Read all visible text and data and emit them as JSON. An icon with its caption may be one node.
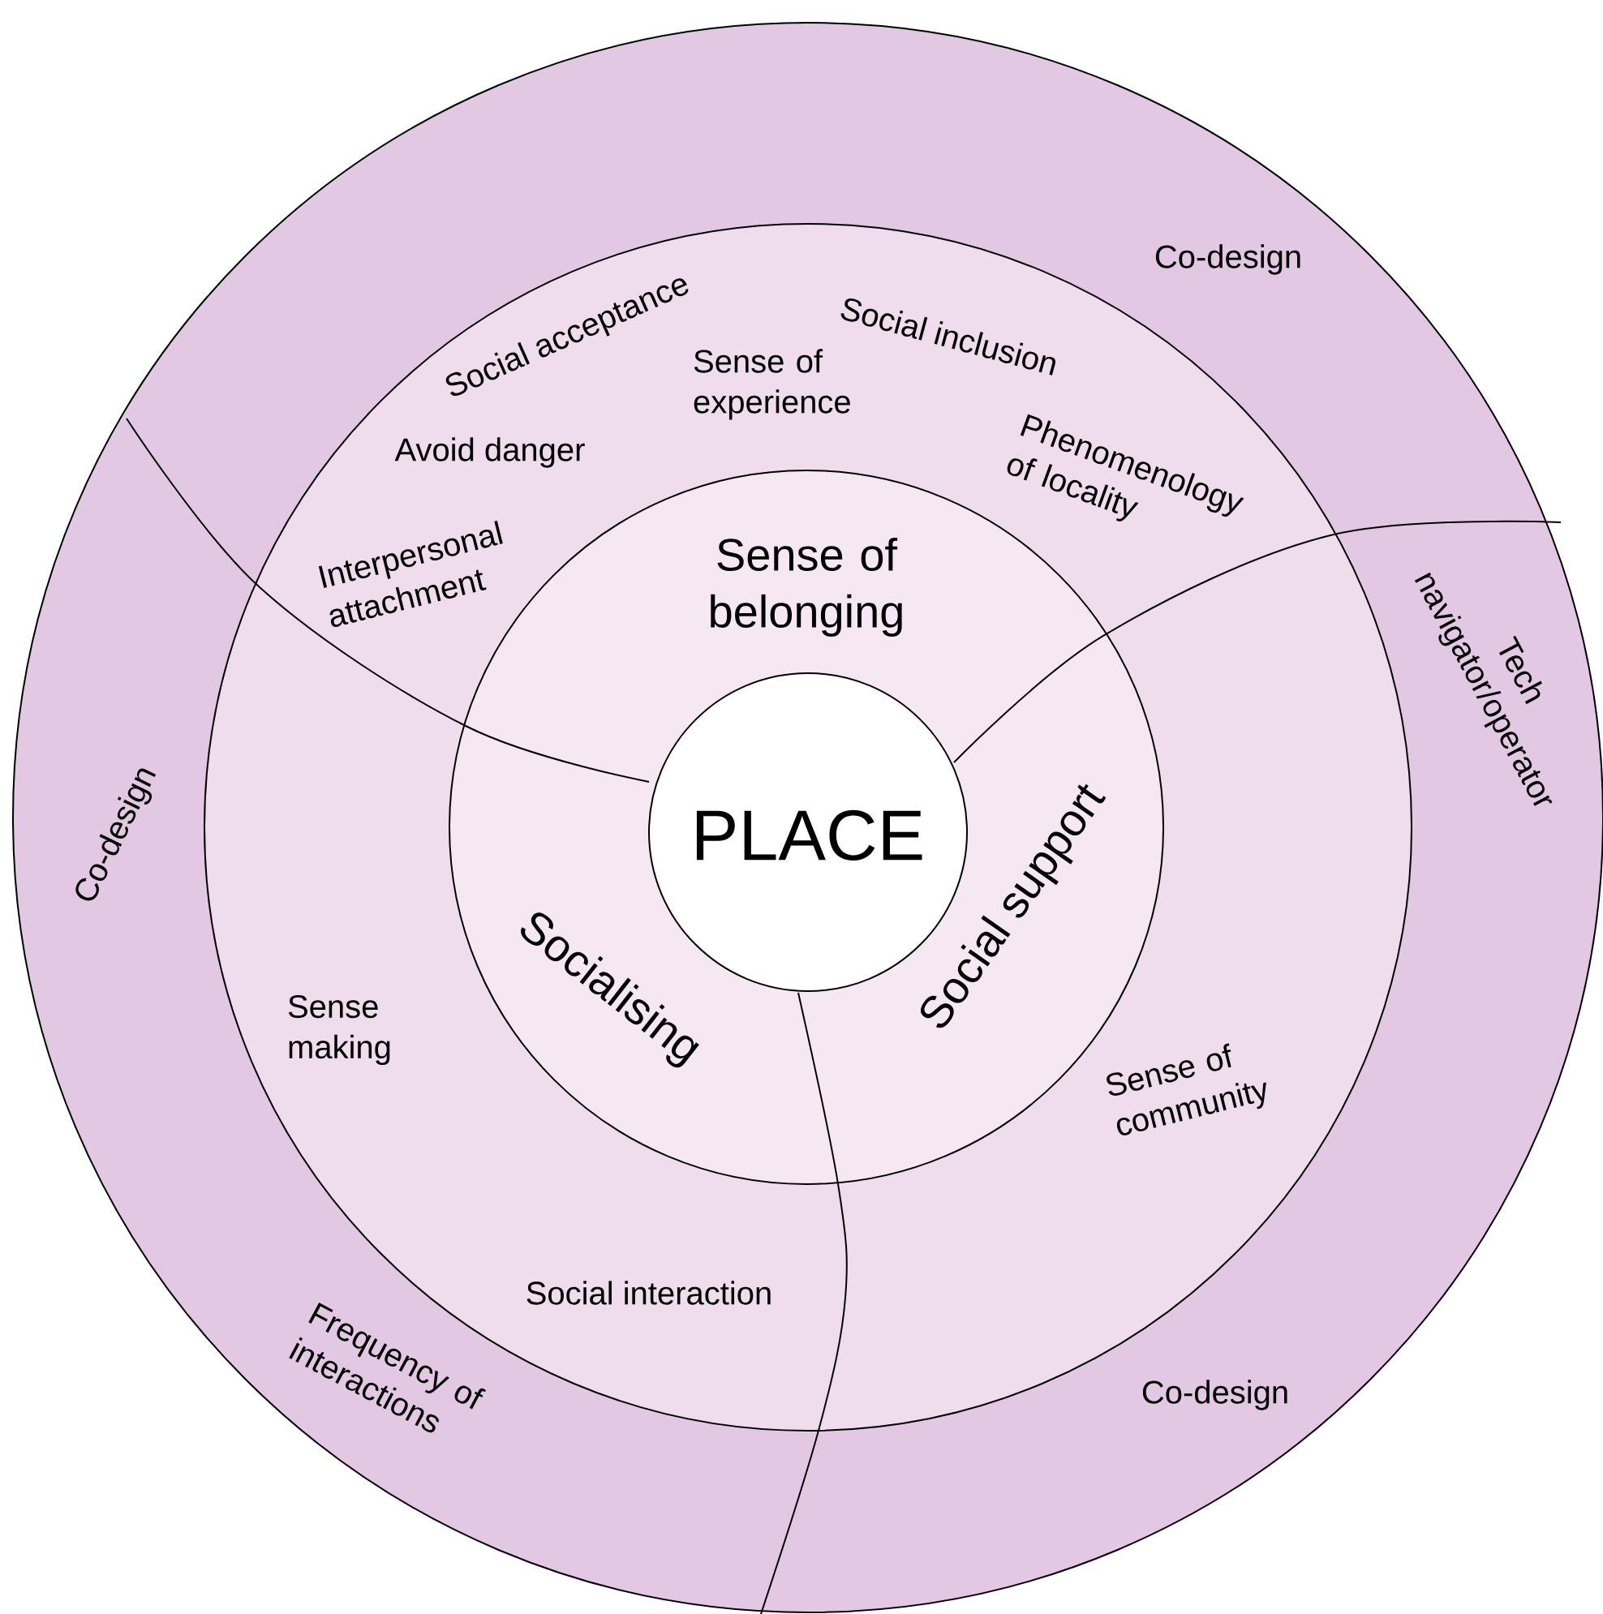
{
  "diagram": {
    "nodes": [
      {
        "text": [
          "Co-design",
          "Tech navigator/operator",
          "Co-design",
          "Frequency of interactions",
          "Co-design"
        ]
      },
      {
        "text": [
          "Social acceptance",
          "Social inclusion",
          "Sense of experience",
          "Avoid danger",
          "Phenomenology of locality",
          "Interpersonal attachment",
          "Sense making",
          "Sense of community",
          "Social interaction"
        ],
        "in": 0
      },
      {
        "text": [
          "Sense of belonging",
          "Social support",
          "Socialising"
        ],
        "in": 1
      },
      {
        "text": [
          "PLACE"
        ],
        "in": 2
      }
    ]
  }
}
